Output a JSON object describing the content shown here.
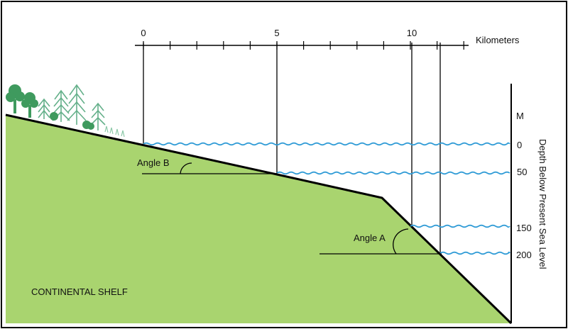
{
  "scale": {
    "unit_label": "Kilometers",
    "tick_labels": [
      "0",
      "5",
      "10"
    ]
  },
  "depth_axis": {
    "unit": "M",
    "title": "Depth Below Present Sea Level",
    "tick_labels": [
      "0",
      "50",
      "150",
      "200"
    ]
  },
  "angles": {
    "a_label": "Angle A",
    "b_label": "Angle B"
  },
  "region_label": "CONTINENTAL SHELF",
  "colors": {
    "land": "#a9d46f",
    "water": "#2f9bd6",
    "tree_dark": "#3f9a5e",
    "tree_light": "#64b08a",
    "line": "#000000"
  }
}
